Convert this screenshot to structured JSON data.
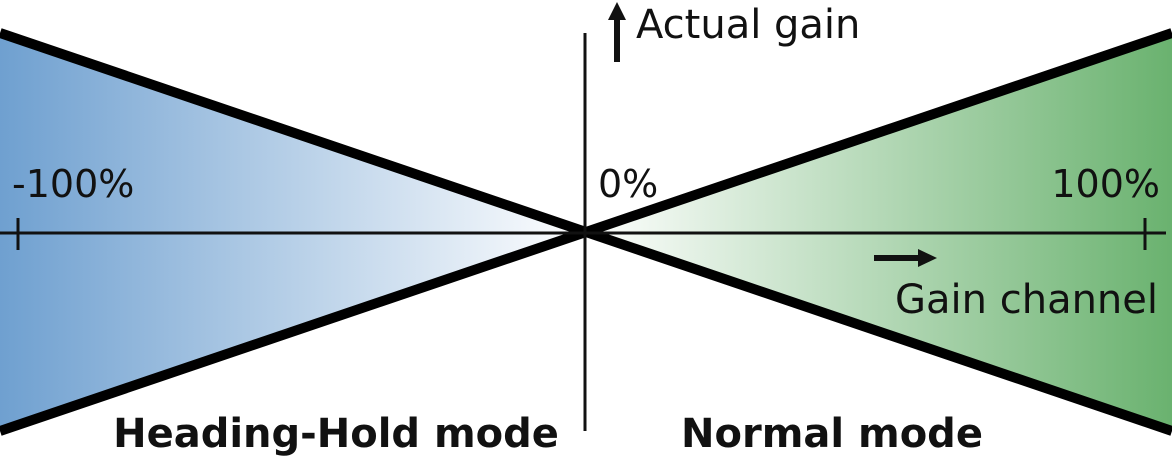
{
  "labels": {
    "y_axis": "Actual gain",
    "x_axis": "Gain channel",
    "tick_left": "-100%",
    "tick_center": "0%",
    "tick_right": "100%"
  },
  "modes": {
    "left": "Heading-Hold mode",
    "right": "Normal mode"
  },
  "colors": {
    "left_fill": "#6fa0d0",
    "right_fill": "#6ab26f",
    "lines": "#000000"
  }
}
